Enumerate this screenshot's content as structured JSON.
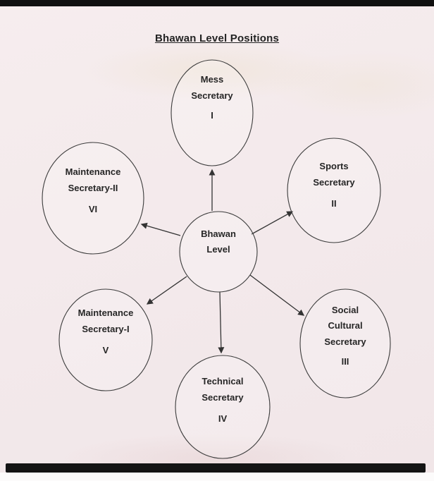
{
  "page": {
    "title": "Bhawan Level Positions",
    "paper_color": "#f4ebec",
    "ink_color": "#262626"
  },
  "diagram": {
    "center": {
      "lines": [
        "Bhawan",
        "Level"
      ]
    },
    "nodes": [
      {
        "id": "mess-secretary",
        "lines": [
          "Mess",
          "Secretary"
        ],
        "numeral": "I"
      },
      {
        "id": "sports-secretary",
        "lines": [
          "Sports",
          "Secretary"
        ],
        "numeral": "II"
      },
      {
        "id": "social-cultural-secretary",
        "lines": [
          "Social",
          "Cultural",
          "Secretary"
        ],
        "numeral": "III"
      },
      {
        "id": "technical-secretary",
        "lines": [
          "Technical",
          "Secretary"
        ],
        "numeral": "IV"
      },
      {
        "id": "maintenance-secretary-1",
        "lines": [
          "Maintenance",
          "Secretary-I"
        ],
        "numeral": "V"
      },
      {
        "id": "maintenance-secretary-2",
        "lines": [
          "Maintenance",
          "Secretary-II"
        ],
        "numeral": "VI"
      }
    ],
    "edges": [
      {
        "from": "Bhawan Level",
        "to": "Mess Secretary"
      },
      {
        "from": "Bhawan Level",
        "to": "Sports Secretary"
      },
      {
        "from": "Bhawan Level",
        "to": "Social Cultural Secretary"
      },
      {
        "from": "Bhawan Level",
        "to": "Technical Secretary"
      },
      {
        "from": "Bhawan Level",
        "to": "Maintenance Secretary-I"
      },
      {
        "from": "Bhawan Level",
        "to": "Maintenance Secretary-II"
      }
    ]
  }
}
